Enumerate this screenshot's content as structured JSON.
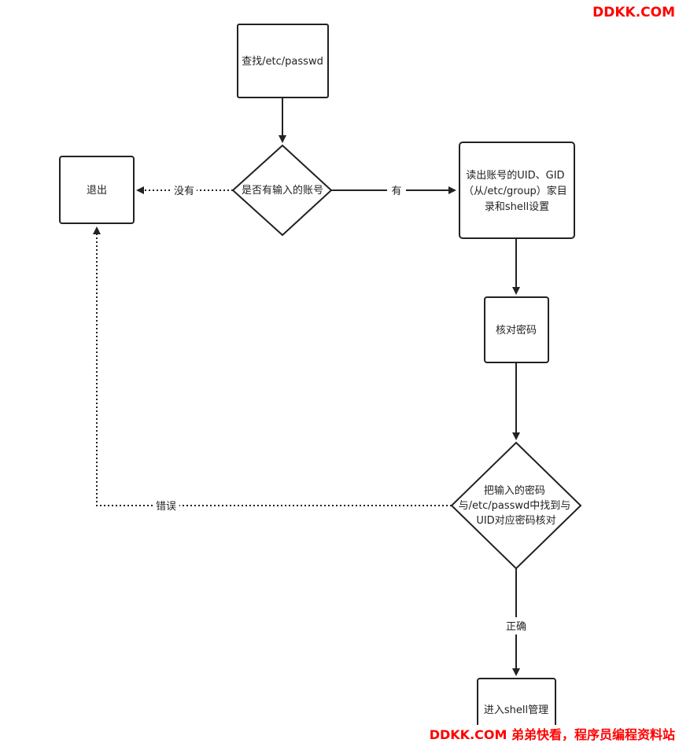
{
  "watermark": {
    "top": "DDKK.COM",
    "bottom": "DDKK.COM 弟弟快看，程序员编程资料站",
    "color": "#ff0000"
  },
  "nodes": {
    "find_passwd": "查找/etc/passwd",
    "has_account": "是否有输入的账号",
    "exit": "退出",
    "read_info": [
      "读出账号的UID、GID",
      "（从/etc/group）家目",
      "录和shell设置"
    ],
    "verify_password": "核对密码",
    "compare_password": [
      "把输入的密码",
      "与/etc/passwd中找到与",
      "UID对应密码核对"
    ],
    "enter_shell": "进入shell管理"
  },
  "edges": {
    "yes_label": "有",
    "no_label": "没有",
    "wrong_label": "错误",
    "correct_label": "正确"
  },
  "colors": {
    "stroke": "#222222",
    "text": "#222222",
    "background": "#ffffff"
  }
}
